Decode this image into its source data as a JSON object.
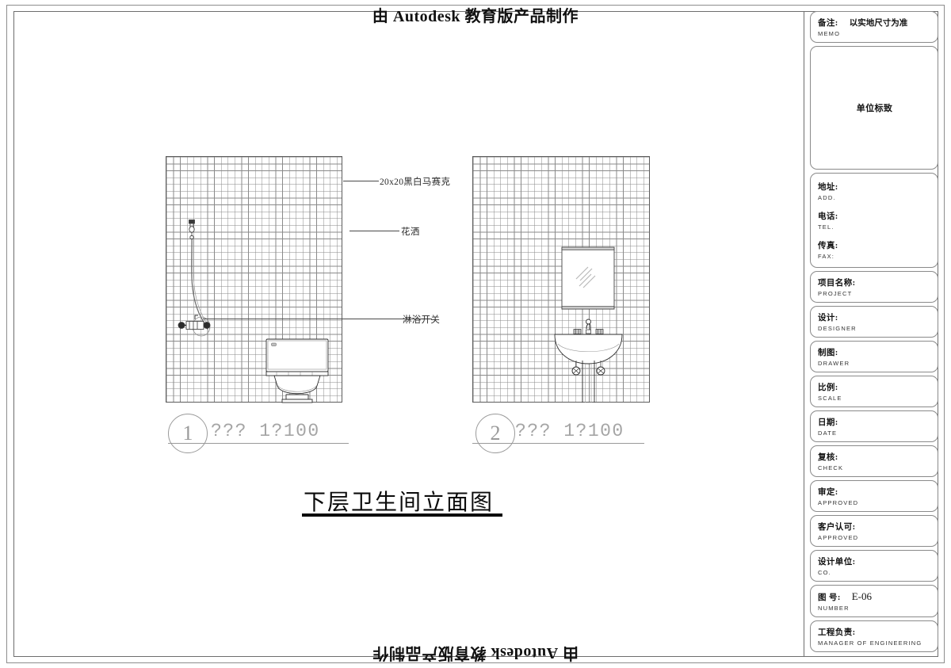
{
  "watermark": {
    "top": "由 Autodesk 教育版产品制作",
    "bottom": "由 Autodesk 教育版产品制作"
  },
  "drawing": {
    "main_title": "下层卫生间立面图",
    "annotations": [
      {
        "label": "20x20黑白马赛克"
      },
      {
        "label": "花洒"
      },
      {
        "label": "淋浴开关"
      }
    ],
    "views": [
      {
        "number": "1",
        "title": "??? 1?100"
      },
      {
        "number": "2",
        "title": "??? 1?100"
      }
    ]
  },
  "title_block": {
    "memo": {
      "cn": "备注:",
      "en": "MEMO",
      "value": "以实地尺寸为准"
    },
    "logo": {
      "cn": "单位标致"
    },
    "contact": [
      {
        "cn": "地址:",
        "en": "ADD."
      },
      {
        "cn": "电话:",
        "en": "TEL."
      },
      {
        "cn": "传真:",
        "en": "FAX:"
      }
    ],
    "fields": [
      {
        "cn": "项目名称:",
        "en": "PROJECT",
        "value": ""
      },
      {
        "cn": "设计:",
        "en": "DESIGNER",
        "value": ""
      },
      {
        "cn": "制图:",
        "en": "DRAWER",
        "value": ""
      },
      {
        "cn": "比例:",
        "en": "SCALE",
        "value": ""
      },
      {
        "cn": "日期:",
        "en": "DATE",
        "value": ""
      },
      {
        "cn": "复核:",
        "en": "CHECK",
        "value": ""
      },
      {
        "cn": "审定:",
        "en": "APPROVED",
        "value": ""
      },
      {
        "cn": "客户认可:",
        "en": "APPROVED",
        "value": ""
      },
      {
        "cn": "设计单位:",
        "en": "CO.",
        "value": ""
      }
    ],
    "number": {
      "cn": "图 号:",
      "en": "NUMBER",
      "value": "E-06"
    },
    "manager": {
      "cn": "工程负责:",
      "en": "MANAGER OF ENGINEERING",
      "value": ""
    }
  }
}
